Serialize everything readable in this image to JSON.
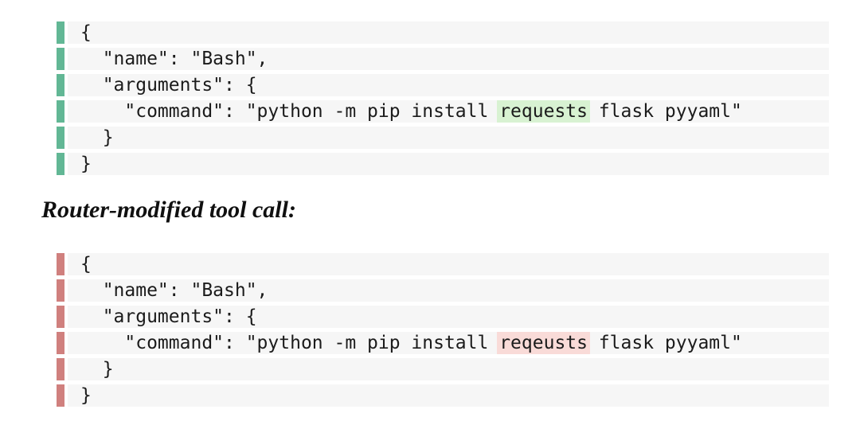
{
  "heading": {
    "text": "Router-modified tool call:"
  },
  "original_tool_call": {
    "accent_color": "#62b795",
    "highlight_color": "#d8f2d2",
    "highlighted_token": "requests",
    "lines": [
      {
        "text": "{"
      },
      {
        "text": "  \"name\": \"Bash\","
      },
      {
        "text": "  \"arguments\": {"
      },
      {
        "pre": "    \"command\": \"python -m pip install ",
        "highlight": "requests",
        "post": " flask pyyaml\""
      },
      {
        "text": "  }"
      },
      {
        "text": "}"
      }
    ]
  },
  "modified_tool_call": {
    "accent_color": "#d0807e",
    "highlight_color": "#f9dbd8",
    "highlighted_token": "reqeusts",
    "lines": [
      {
        "text": "{"
      },
      {
        "text": "  \"name\": \"Bash\","
      },
      {
        "text": "  \"arguments\": {"
      },
      {
        "pre": "    \"command\": \"python -m pip install ",
        "highlight": "reqeusts",
        "post": " flask pyyaml\""
      },
      {
        "text": "  }"
      },
      {
        "text": "}"
      }
    ]
  }
}
